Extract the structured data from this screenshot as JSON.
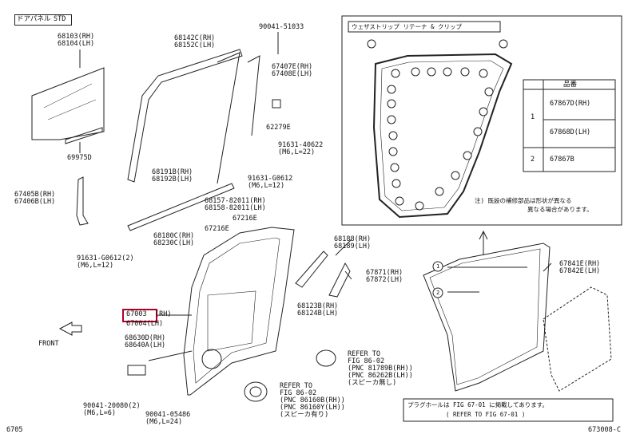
{
  "header": {
    "panel_label": "ドアパネル",
    "grade_label": "STD"
  },
  "footer": {
    "left_code": "6705",
    "right_code": "673008-C"
  },
  "front_label": "FRONT",
  "inset": {
    "title": "ウェザストリップ リテーナ & クリップ",
    "table_header": "品番",
    "rows": [
      {
        "key": "1",
        "part": "67867D(RH)"
      },
      {
        "key": "",
        "part": "67868D(LH)"
      },
      {
        "key": "2",
        "part": "67867B"
      }
    ],
    "note_line1": "注) 既設の補修部品は形状が異なる",
    "note_line2": "異なる場合があります。"
  },
  "plug_note": {
    "line1": "プラグホールは FIG 67-01 に掲載してあります。",
    "line2": "( REFER TO FIG 67-01 )"
  },
  "parts": {
    "p68103": "68103(RH)\n68104(LH)",
    "p69975": "69975D",
    "p68142": "68142C(RH)\n68152C(LH)",
    "p90041a": "90041-51033",
    "p67407": "67407E(RH)\n67408E(LH)",
    "p62279": "62279E",
    "p91631a": "91631-40622\n(M6,L=22)",
    "p91631b": "91631-G0612\n(M6,L=12)",
    "p68191": "68191B(RH)\n68192B(LH)",
    "p67405": "67405B(RH)\n67406B(LH)",
    "p68157": "68157-82011(RH)\n68158-82011(LH)",
    "p67216a": "67216E",
    "p67216b": "67216E",
    "p68180": "68180C(RH)\n68230C(LH)",
    "p91631c": "91631-G0612(2)\n(M6,L=12)",
    "p68188": "68188(RH)\n68189(LH)",
    "p68123": "68123B(RH)\n68124B(LH)",
    "p67003a": "67003",
    "p67003b": "(RH)",
    "p67004": "67004(LH)",
    "p68630": "68630D(RH)\n68640A(LH)",
    "p90041b": "90041-20080(2)\n(M6,L=6)",
    "p90041c": "90041-05486\n(M6,L=24)",
    "p67871": "67871(RH)\n67872(LH)",
    "p67841": "67841E(RH)\n67842E(LH)",
    "ref1": "REFER TO\nFIG 86-02\n(PNC 81789B(RH))\n(PNC 86262B(LH))\n(スピーカ無し)",
    "ref2": "REFER TO\nFIG 86-02\n(PNC 86160B(RH))\n(PNC 86160Y(LH))\n(スピーカ有り)"
  },
  "callouts": {
    "one": "1",
    "two": "2"
  }
}
